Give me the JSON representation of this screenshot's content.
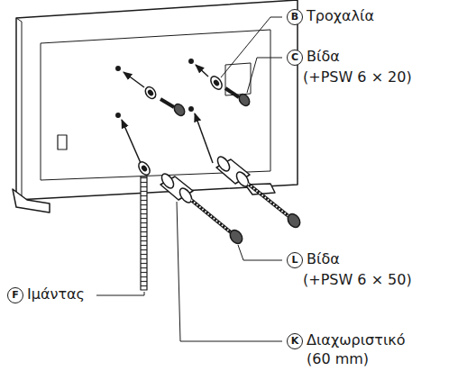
{
  "diagram": {
    "labels": [
      "B",
      "Τροχαλία",
      "C",
      "Βίδα",
      "(+PSW 6 × 20)",
      "L",
      "Βίδα",
      "(+PSW 6 × 50)",
      "F",
      "Ιμάντας",
      "K",
      "Διαχωριστικό",
      "(60 mm)"
    ]
  }
}
